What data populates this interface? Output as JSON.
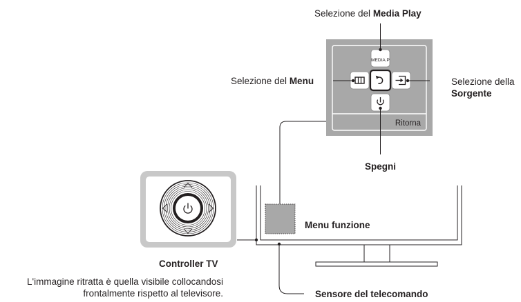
{
  "labels": {
    "media_play_prefix": "Selezione del ",
    "media_play_bold": "Media Play",
    "menu_prefix": "Selezione del ",
    "menu_bold": "Menu",
    "source_line1": "Selezione della",
    "source_bold": "Sorgente",
    "power_off": "Spegni",
    "function_menu": "Menu funzione",
    "tv_controller": "Controller TV",
    "note_line1": "L'immagine ritratta è quella visibile collocandosi",
    "note_line2": "frontalmente rispetto al televisore.",
    "remote_sensor": "Sensore del telecomando"
  },
  "panel": {
    "media_button_text": "MEDIA.P",
    "return_text": "Ritorna"
  },
  "icons": {
    "menu": "menu-grid-icon",
    "return": "return-arrow-icon",
    "source": "source-input-icon",
    "power": "power-icon"
  }
}
